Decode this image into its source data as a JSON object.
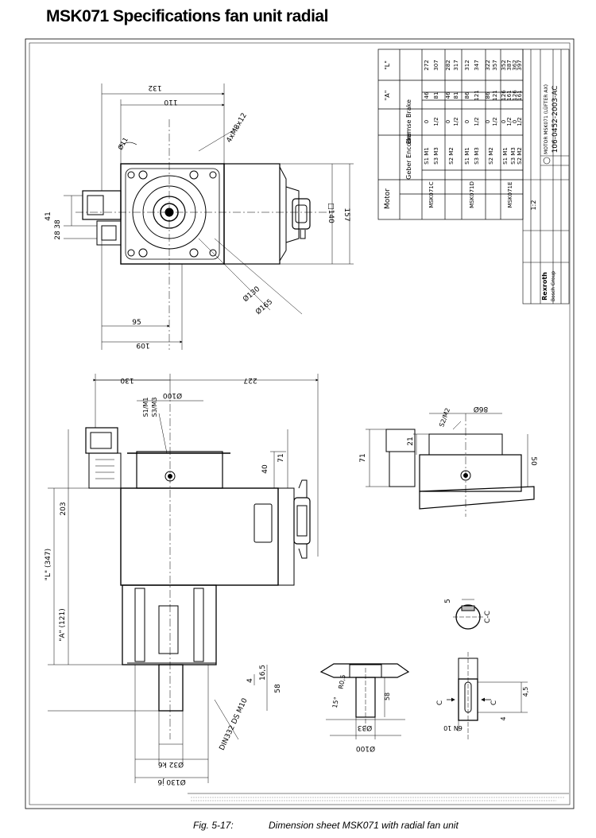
{
  "title": "MSK071 Specifications fan unit radial",
  "caption": {
    "number": "Fig. 5-17:",
    "text": "Dimension sheet MSK071 with radial fan unit"
  },
  "dims_top": {
    "d132": "132",
    "d110": "110",
    "d95": "95",
    "d109": "109",
    "d41": "41",
    "d38": "38",
    "d28": "28",
    "d140": "□140",
    "d157": "157",
    "d130": "Ø130",
    "d165": "Ø165",
    "d11": "Ø11",
    "bolts": "4xM8x12"
  },
  "dims_side": {
    "d130": "130",
    "d227": "227",
    "d100": "Ø100",
    "s1m1": "S1/M1",
    "s3m3": "S3/M3",
    "d40": "40",
    "d71": "71",
    "d203": "203",
    "L347": "\"L\" (347)",
    "A121": "\"A\" (121)",
    "d4": "4",
    "d165": "16,5",
    "d58": "58",
    "din": "DIN332 DS M10",
    "shaft32": "Ø32 k6",
    "shaft130": "Ø130 j6"
  },
  "dims_right": {
    "d86": "86Ø",
    "s2m2": "S2/M2",
    "d21": "21",
    "d71": "71",
    "d50": "50"
  },
  "dims_detail": {
    "d5": "5",
    "cc": "C-C",
    "r05": "R0,5",
    "a15": "15°",
    "d58": "58",
    "d33": "Ø33",
    "d100": "Ø100",
    "d45": "4,5",
    "d4": "4",
    "c": "C",
    "n10": "6N 10"
  },
  "table": {
    "headers": [
      "Motor",
      "Geber Encoder",
      "Bremse Brake",
      "\"A\"",
      "\"L\""
    ],
    "rows": [
      {
        "motor": "MSK071C",
        "encoder": "S1 M1",
        "brake": "0",
        "a": "46",
        "l": "272"
      },
      {
        "motor": "",
        "encoder": "S3 M3",
        "brake": "1/2",
        "a": "81",
        "l": "307"
      },
      {
        "motor": "",
        "encoder": "S2 M2",
        "brake": "0",
        "a": "46",
        "l": "282"
      },
      {
        "motor": "",
        "encoder": "",
        "brake": "1/2",
        "a": "81",
        "l": "317"
      },
      {
        "motor": "MSK071D",
        "encoder": "S1 M1",
        "brake": "0",
        "a": "86",
        "l": "312"
      },
      {
        "motor": "",
        "encoder": "S3 M3",
        "brake": "1/2",
        "a": "121",
        "l": "347"
      },
      {
        "motor": "",
        "encoder": "S2 M2",
        "brake": "0",
        "a": "86",
        "l": "322"
      },
      {
        "motor": "",
        "encoder": "",
        "brake": "1/2",
        "a": "121",
        "l": "357"
      },
      {
        "motor": "MSK071E",
        "encoder": "S1 M1",
        "brake": "0",
        "a": "126",
        "l": "352"
      },
      {
        "motor": "",
        "encoder": "S3 M3",
        "brake": "1/2",
        "a": "161",
        "l": "387"
      },
      {
        "motor": "",
        "encoder": "S2 M2",
        "brake": "0",
        "a": "126",
        "l": "362"
      },
      {
        "motor": "",
        "encoder": "",
        "brake": "1/2",
        "a": "161",
        "l": "397"
      }
    ]
  },
  "title_block": {
    "brand": "Rexroth",
    "group": "Bosch Group",
    "scale": "1:2",
    "drawing_no": "106-0452-2003-AC",
    "name": "MOTOR MSK071 (LÜFTER AX)"
  }
}
